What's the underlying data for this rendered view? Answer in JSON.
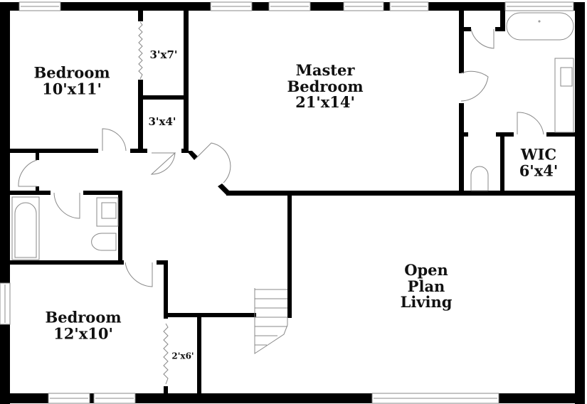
{
  "floorplan": {
    "rooms": [
      {
        "id": "bedroom-1",
        "name": "Bedroom",
        "size": "10'x11'"
      },
      {
        "id": "closet-1",
        "name": "",
        "size": "3'x7'"
      },
      {
        "id": "closet-2",
        "name": "",
        "size": "3'x4'"
      },
      {
        "id": "master-bedroom",
        "name_line1": "Master",
        "name_line2": "Bedroom",
        "size": "21'x14'"
      },
      {
        "id": "wic",
        "name": "WIC",
        "size": "6'x4'"
      },
      {
        "id": "bedroom-2",
        "name": "Bedroom",
        "size": "12'x10'"
      },
      {
        "id": "closet-3",
        "name": "",
        "size": "2'x6'"
      },
      {
        "id": "open-plan",
        "name_line1": "Open",
        "name_line2": "Plan",
        "name_line3": "Living"
      }
    ],
    "colors": {
      "wall": "#000000",
      "fixture": "#888888",
      "background": "#ffffff",
      "text": "#111111"
    }
  }
}
